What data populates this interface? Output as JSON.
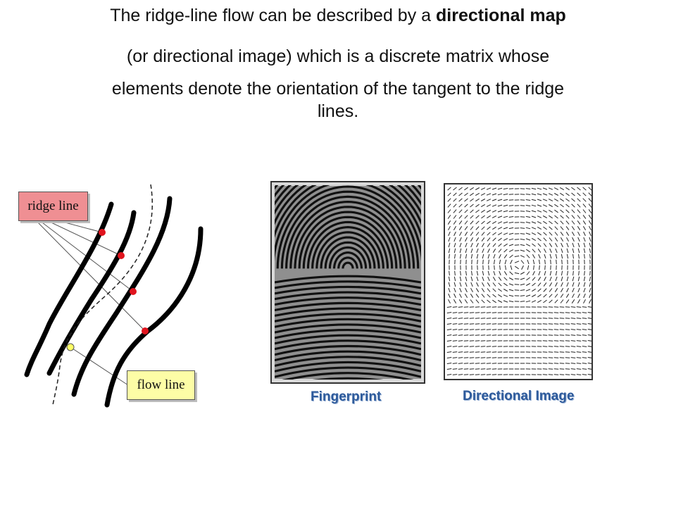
{
  "heading": {
    "line1_pre": "The ridge-line flow can be described by a ",
    "line1_bold": "directional map",
    "line2": "(or  directional image) which is a discrete matrix whose",
    "line3": "elements denote the orientation of the tangent to the ridge",
    "line4": "lines."
  },
  "diagram": {
    "ridge_label": "ridge line",
    "flow_label": "flow line",
    "ridge_point_color": "#e0141e",
    "flow_point_color": "#ffff66"
  },
  "fingerprint": {
    "caption": "Fingerprint"
  },
  "directional_image": {
    "caption": "Directional Image"
  }
}
